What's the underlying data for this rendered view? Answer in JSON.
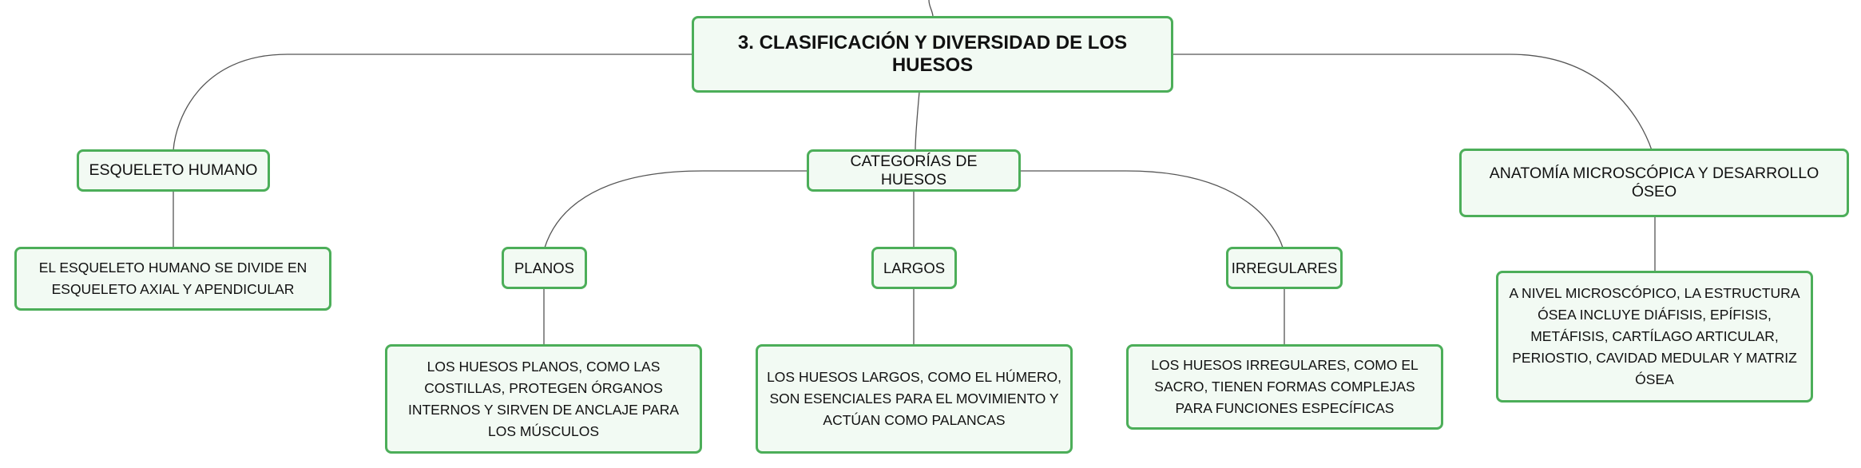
{
  "root": {
    "label": "3. CLASIFICACIÓN Y DIVERSIDAD DE LOS HUESOS"
  },
  "branches": {
    "esqueleto": {
      "label": "ESQUELETO HUMANO",
      "detail": "EL ESQUELETO HUMANO SE DIVIDE EN ESQUELETO AXIAL Y APENDICULAR"
    },
    "categorias": {
      "label": "CATEGORÍAS DE HUESOS",
      "children": {
        "planos": {
          "label": "PLANOS",
          "detail": "LOS HUESOS PLANOS, COMO LAS COSTILLAS, PROTEGEN ÓRGANOS INTERNOS Y SIRVEN DE ANCLAJE PARA LOS MÚSCULOS"
        },
        "largos": {
          "label": "LARGOS",
          "detail": "LOS HUESOS LARGOS, COMO EL HÚMERO, SON ESENCIALES PARA EL MOVIMIENTO Y ACTÚAN COMO PALANCAS"
        },
        "irregulares": {
          "label": "IRREGULARES",
          "detail": "LOS HUESOS IRREGULARES, COMO EL SACRO, TIENEN FORMAS COMPLEJAS PARA FUNCIONES ESPECÍFICAS"
        }
      }
    },
    "anatomia": {
      "label": "ANATOMÍA MICROSCÓPICA Y DESARROLLO ÓSEO",
      "detail": "A NIVEL MICROSCÓPICO, LA ESTRUCTURA ÓSEA INCLUYE DIÁFISIS, EPÍFISIS, METÁFISIS, CARTÍLAGO ARTICULAR, PERIOSTIO, CAVIDAD MEDULAR Y MATRIZ ÓSEA"
    }
  },
  "colors": {
    "node_border": "#4cae59",
    "node_fill": "#f2faf3",
    "connector": "#555555"
  }
}
